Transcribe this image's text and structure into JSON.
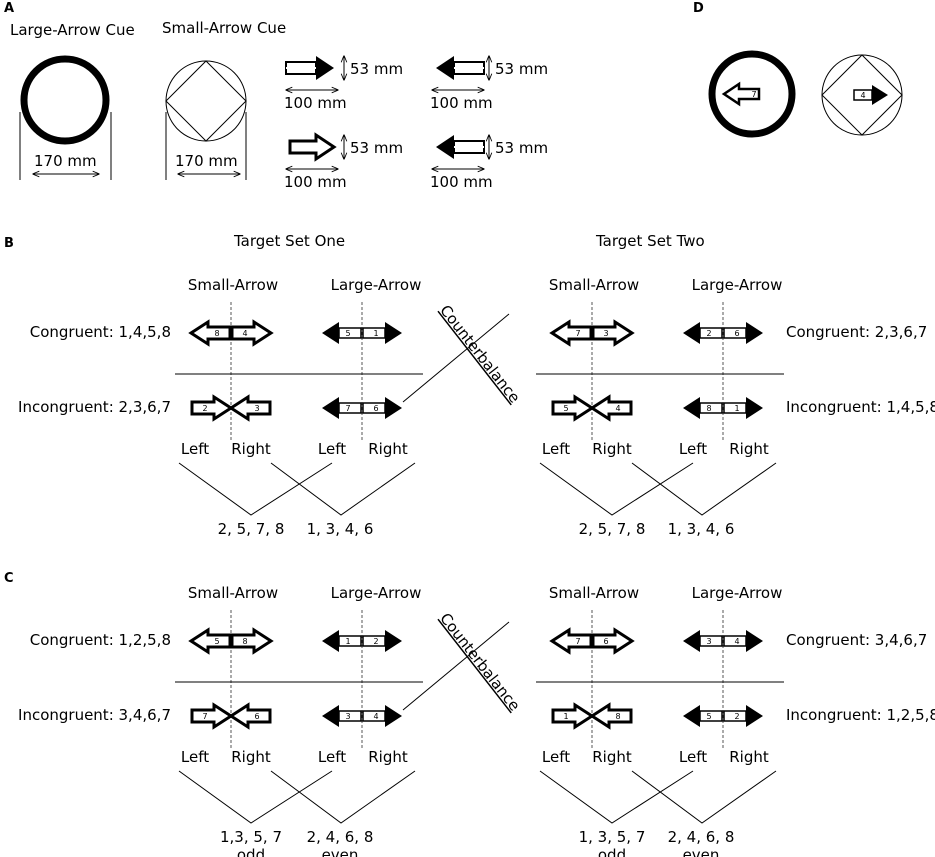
{
  "panels": {
    "a": "A",
    "b": "B",
    "c": "C",
    "d": "D"
  },
  "panel_a": {
    "large_cue_title": "Large-Arrow Cue",
    "small_cue_title": "Small-Arrow Cue",
    "cue_width": "170 mm",
    "arrow_height": "53 mm",
    "arrow_width": "100 mm"
  },
  "panel_d": {
    "large_num": "7",
    "small_num": "4"
  },
  "common": {
    "target_set_one": "Target Set One",
    "target_set_two": "Target Set Two",
    "small_arrow": "Small-Arrow",
    "large_arrow": "Large-Arrow",
    "left": "Left",
    "right": "Right",
    "counterbalance": "Counterbalance"
  },
  "panel_b": {
    "set1": {
      "congruent": "Congruent: 1,4,5,8",
      "incongruent": "Incongruent: 2,3,6,7",
      "small_cong": [
        "8",
        "4"
      ],
      "large_cong": [
        "5",
        "1"
      ],
      "small_incong": [
        "2",
        "3"
      ],
      "large_incong": [
        "7",
        "6"
      ],
      "left_group": "2, 5, 7, 8",
      "right_group": "1, 3, 4, 6"
    },
    "set2": {
      "congruent": "Congruent: 2,3,6,7",
      "incongruent": "Incongruent: 1,4,5,8",
      "small_cong": [
        "7",
        "3"
      ],
      "large_cong": [
        "2",
        "6"
      ],
      "small_incong": [
        "5",
        "4"
      ],
      "large_incong": [
        "8",
        "1"
      ],
      "left_group": "2, 5, 7, 8",
      "right_group": "1, 3, 4, 6"
    }
  },
  "panel_c": {
    "set1": {
      "congruent": "Congruent: 1,2,5,8",
      "incongruent": "Incongruent: 3,4,6,7",
      "small_cong": [
        "5",
        "8"
      ],
      "large_cong": [
        "1",
        "2"
      ],
      "small_incong": [
        "7",
        "6"
      ],
      "large_incong": [
        "3",
        "4"
      ],
      "left_group": "1,3, 5, 7",
      "right_group": "2, 4, 6, 8",
      "left_sub": "odd",
      "right_sub": "even"
    },
    "set2": {
      "congruent": "Congruent: 3,4,6,7",
      "incongruent": "Incongruent: 1,2,5,8",
      "small_cong": [
        "7",
        "6"
      ],
      "large_cong": [
        "3",
        "4"
      ],
      "small_incong": [
        "1",
        "8"
      ],
      "large_incong": [
        "5",
        "2"
      ],
      "left_group": "1, 3, 5, 7",
      "right_group": "2, 4, 6, 8",
      "left_sub": "odd",
      "right_sub": "even"
    }
  }
}
